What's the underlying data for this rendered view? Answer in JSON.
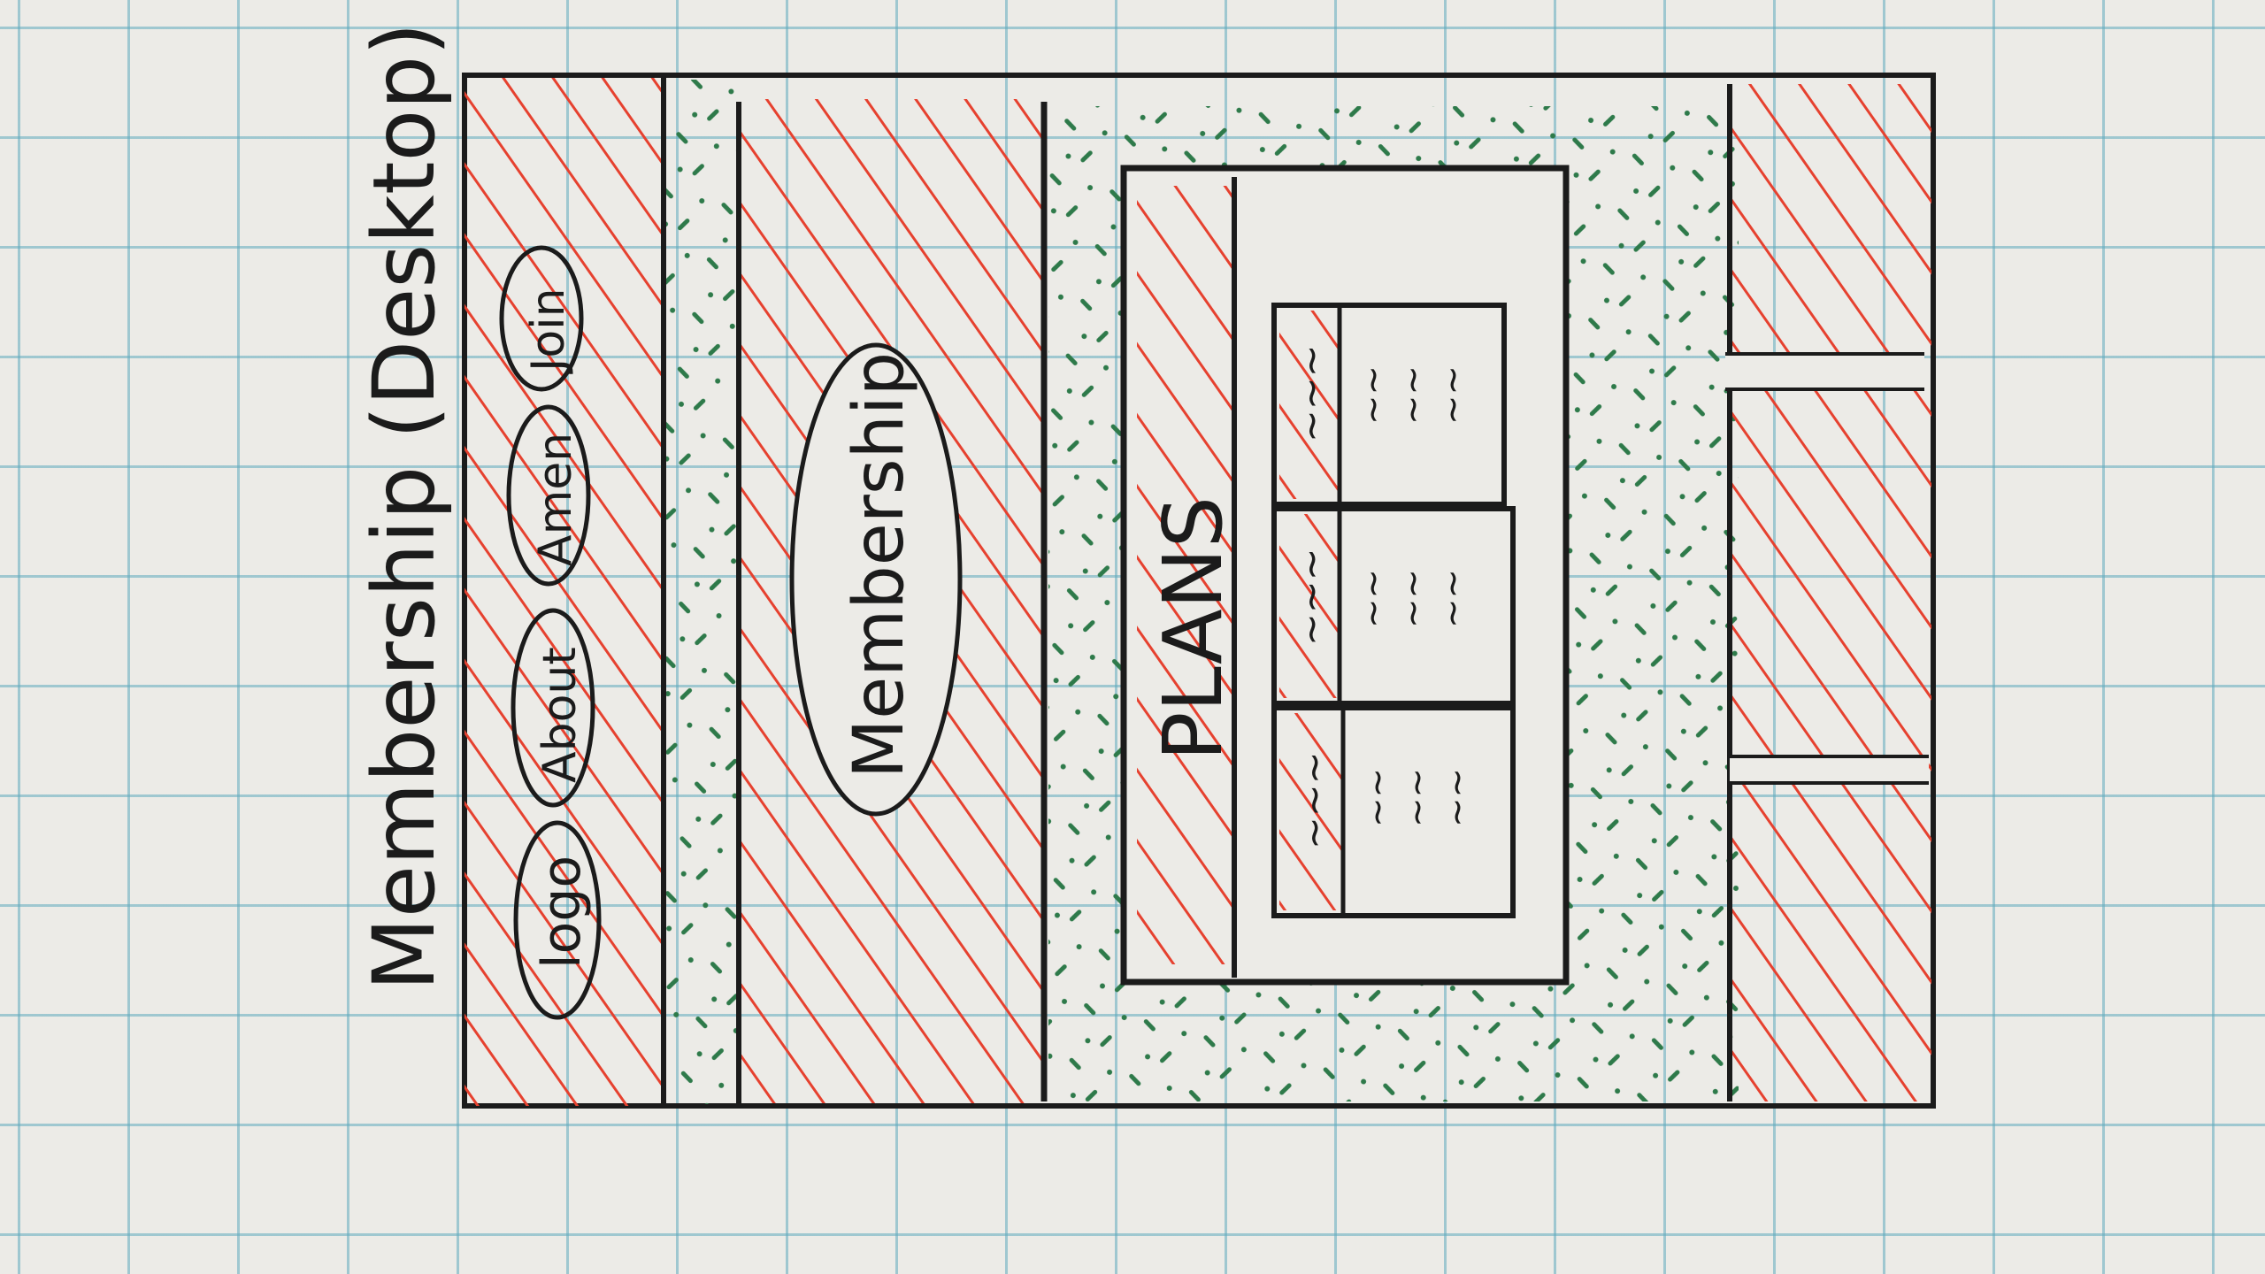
{
  "sketch": {
    "title": "Membership (Desktop)",
    "nav": {
      "logo": "logo",
      "links": [
        "About",
        "Amen",
        "Join"
      ]
    },
    "hero_pill": "Membership",
    "plans_heading": "PLANS",
    "plan_cards": [
      {
        "header": "~~~",
        "lines": [
          "~~",
          "~~",
          "~~"
        ]
      },
      {
        "header": "~~~",
        "lines": [
          "~~",
          "~~",
          "~~"
        ]
      },
      {
        "header": "~~~",
        "lines": [
          "~~",
          "~~",
          "~~"
        ]
      }
    ],
    "colors": {
      "ink": "#1b1b1b",
      "red_hatch": "#e6412f",
      "green_marks": "#2e7a4a",
      "grid": "#60aabe",
      "paper": "#ecebe7"
    }
  }
}
